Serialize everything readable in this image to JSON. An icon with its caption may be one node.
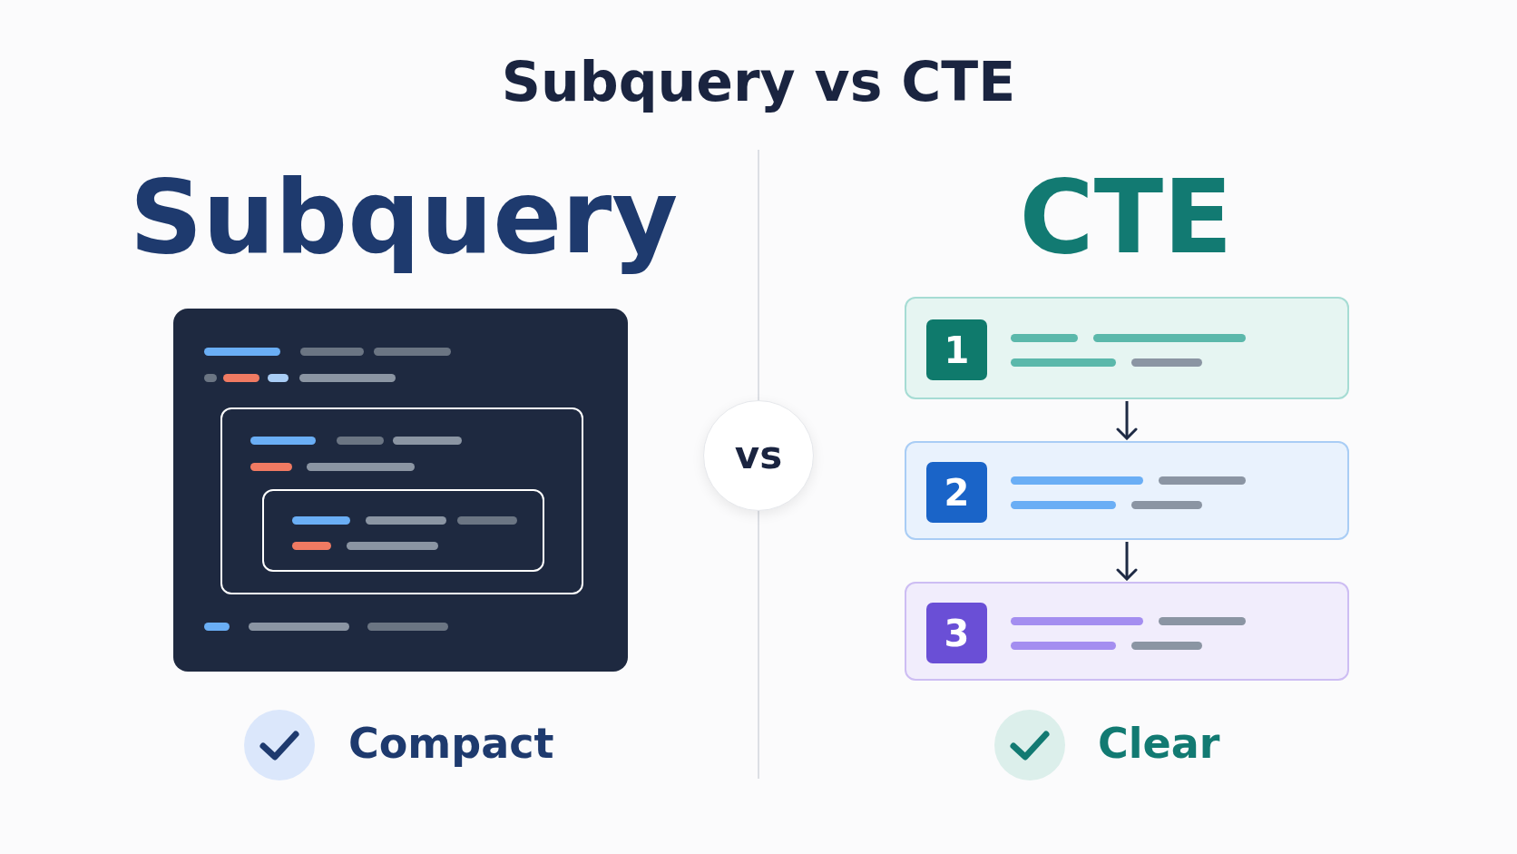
{
  "diagram": {
    "title": "Subquery vs CTE",
    "nodes": [
      {
        "text": [],
        "shape": "box"
      },
      {
        "text": [],
        "shape": "box",
        "in": 0
      },
      {
        "text": [],
        "shape": "box",
        "in": 1
      },
      {
        "text": [],
        "shape": "box"
      },
      {
        "text": [
          "1"
        ],
        "in": 3
      },
      {
        "text": [],
        "shape": "box"
      },
      {
        "text": [
          "2"
        ],
        "in": 5
      },
      {
        "text": [],
        "shape": "box"
      },
      {
        "text": [
          "3"
        ],
        "in": 7
      },
      {
        "text": [
          "vs"
        ]
      }
    ],
    "edges": [
      {
        "from": 3,
        "to": 5,
        "arrow": "to"
      },
      {
        "from": 5,
        "to": 7,
        "arrow": "to"
      }
    ],
    "labels": [
      "Subquery",
      "CTE",
      "Compact",
      "Clear"
    ]
  }
}
